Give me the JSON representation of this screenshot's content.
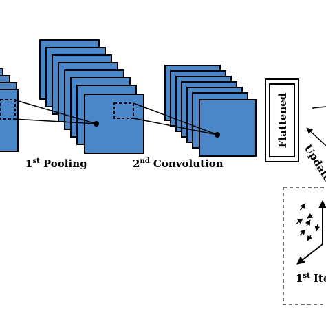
{
  "labels": {
    "pool1_num": "1",
    "pool1_sup": "st",
    "pool1_text": " Pooling",
    "conv2_num": "2",
    "conv2_sup": "nd",
    "conv2_text": " Convolution",
    "flattened": "Flattened",
    "update": "Update",
    "iter_num": "1",
    "iter_sup": "st",
    "iter_text": " Iter"
  },
  "colors": {
    "layer_fill": "#4a86c8",
    "stroke": "#000000",
    "background": "#ffffff"
  }
}
